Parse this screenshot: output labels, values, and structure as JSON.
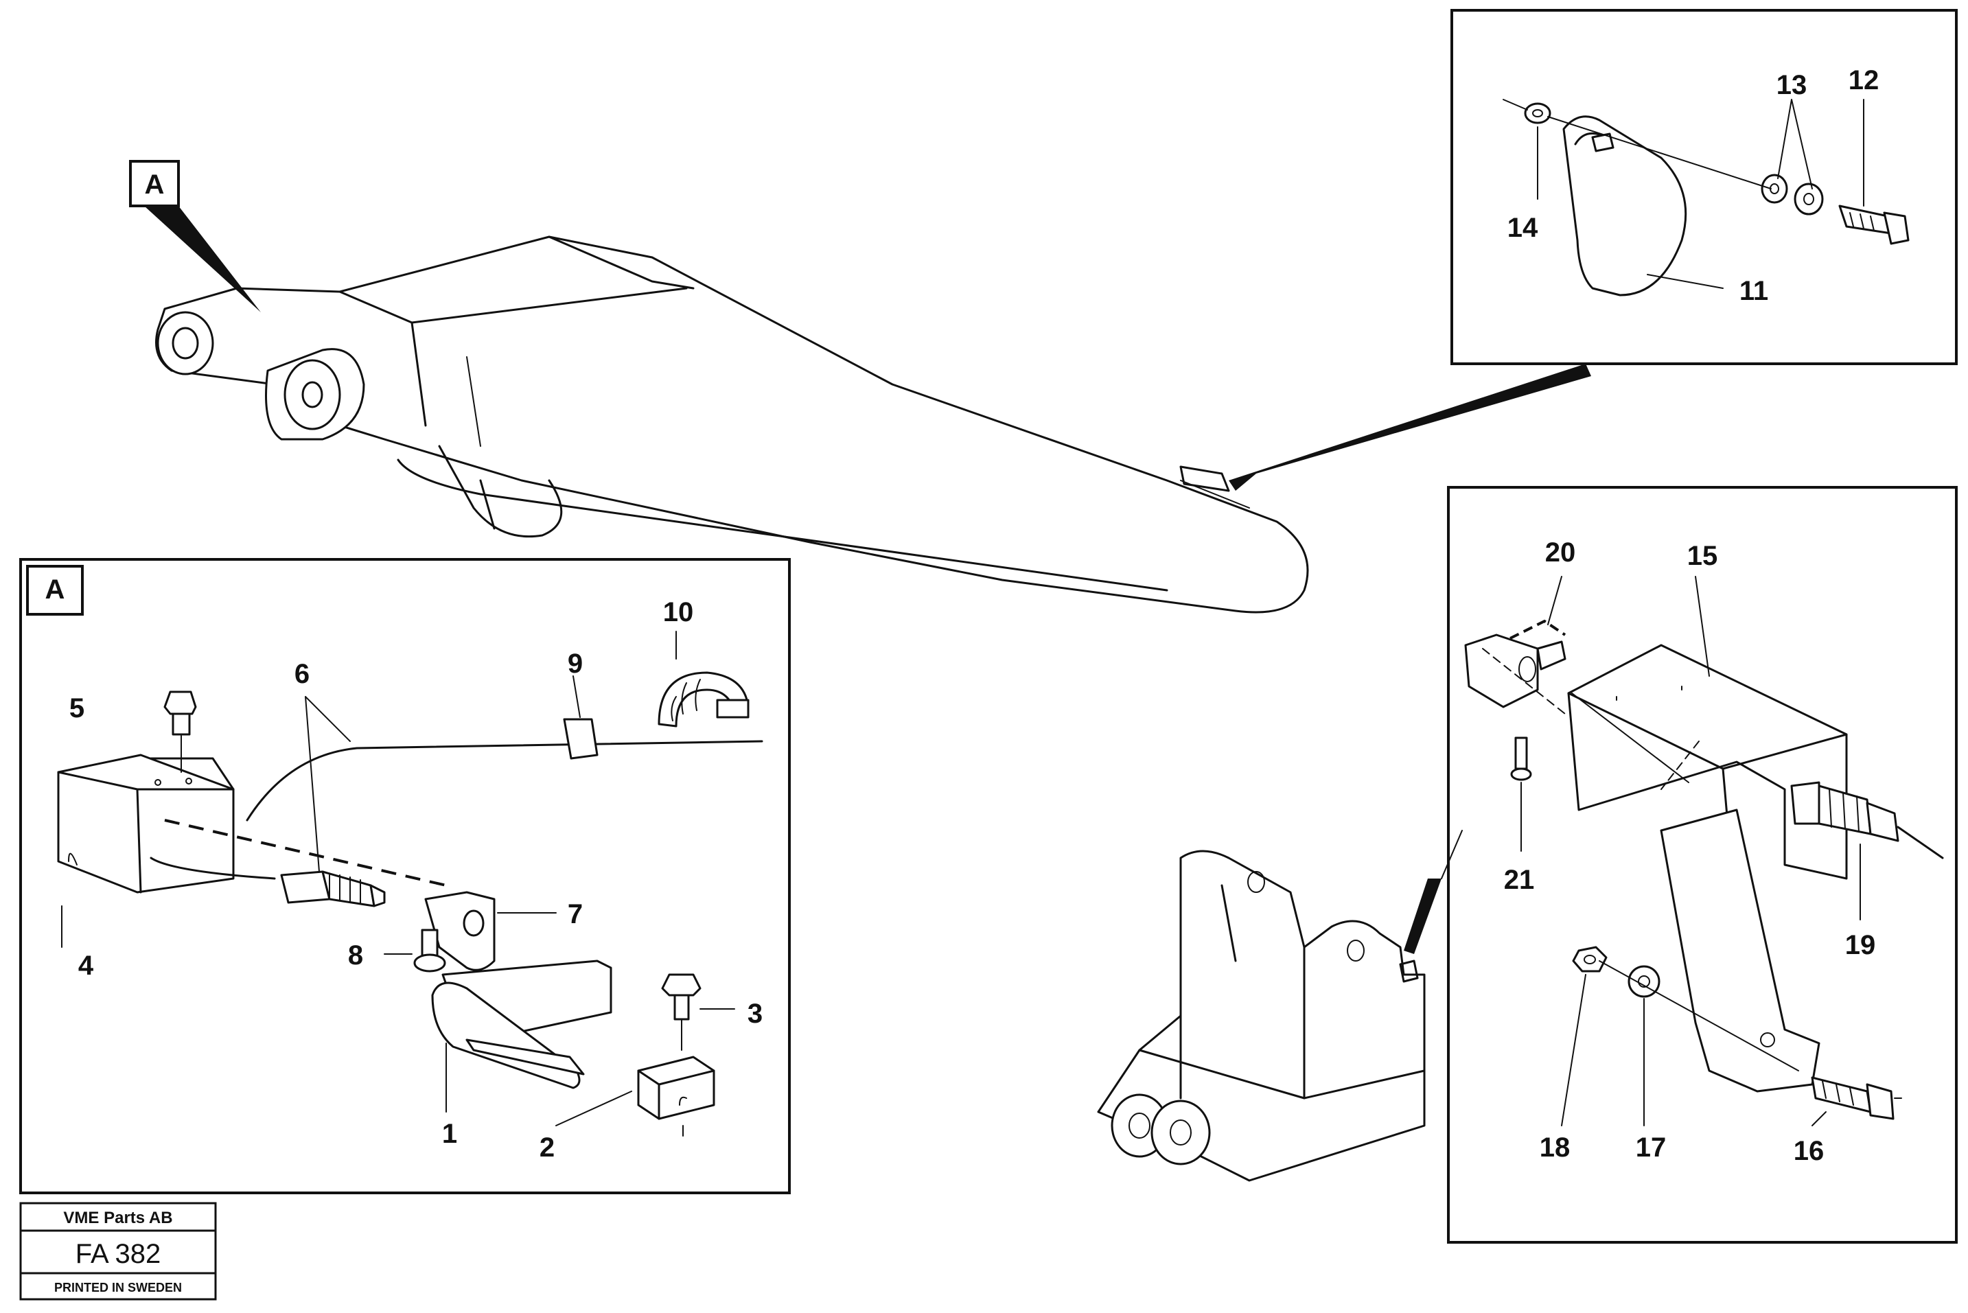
{
  "detail_tag": "A",
  "main_view_tag": "A",
  "callouts": {
    "p1": "1",
    "p2": "2",
    "p3": "3",
    "p4": "4",
    "p5": "5",
    "p6": "6",
    "p7": "7",
    "p8": "8",
    "p9": "9",
    "p10": "10",
    "p11": "11",
    "p12": "12",
    "p13": "13",
    "p14": "14",
    "p15": "15",
    "p16": "16",
    "p17": "17",
    "p18": "18",
    "p19": "19",
    "p20": "20",
    "p21": "21"
  },
  "stamp": {
    "company": "VME Parts AB",
    "code": "FA 382",
    "footer": "PRINTED IN SWEDEN"
  }
}
